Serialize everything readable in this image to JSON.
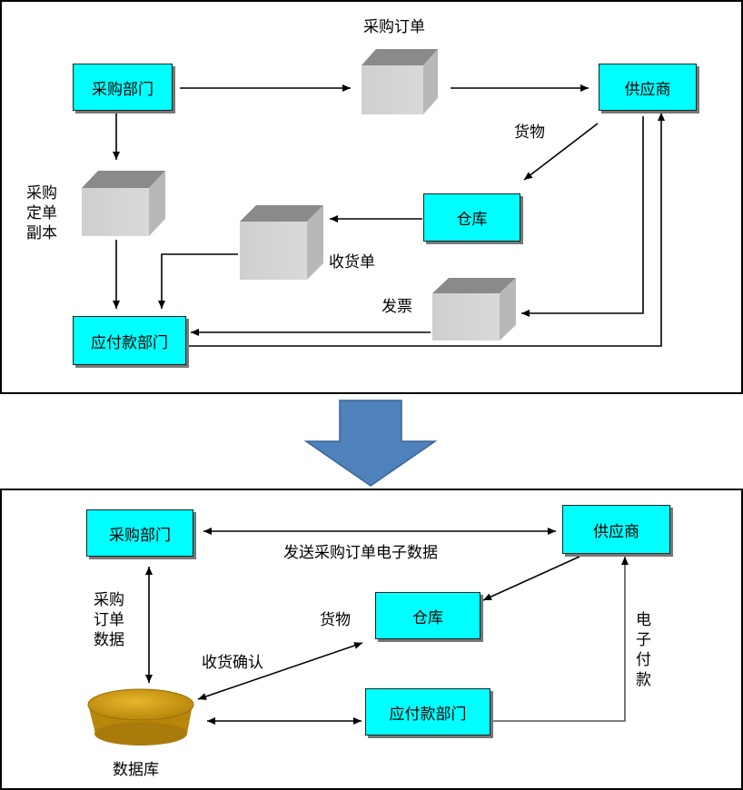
{
  "top": {
    "purchase_dept": "采购部门",
    "purchase_order": "采购订单",
    "supplier": "供应商",
    "goods": "货物",
    "order_copy_lines": [
      "采购",
      "定单",
      "副本"
    ],
    "warehouse": "仓库",
    "receipt": "收货单",
    "invoice": "发票",
    "payable_dept": "应付款部门"
  },
  "bottom": {
    "purchase_dept": "采购部门",
    "supplier": "供应商",
    "send_order_data": "发送采购订单电子数据",
    "order_data_lines": [
      "采购",
      "订单",
      "数据"
    ],
    "goods": "货物",
    "warehouse": "仓库",
    "receipt_confirm": "收货确认",
    "payable_dept": "应付款部门",
    "database": "数据库",
    "e_payment_lines": [
      "电",
      "子",
      "付",
      "款"
    ]
  },
  "colors": {
    "box_fill": "#00ffff",
    "arrow_fill": "#4f81bd",
    "database_fill": "#d4a017"
  }
}
